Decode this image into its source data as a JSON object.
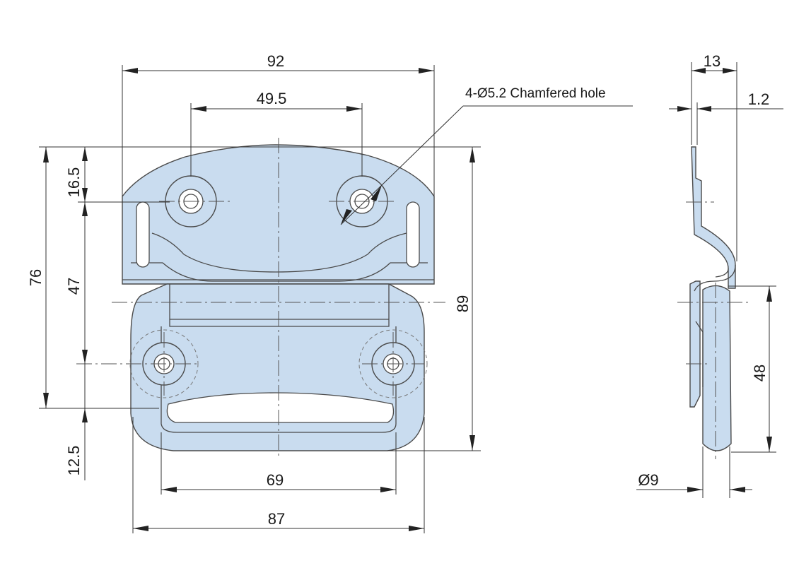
{
  "dimensions": {
    "overall_width": "92",
    "top_hole_spacing": "49.5",
    "hole_note": "4-Ø5.2  Chamfered hole",
    "top_to_hole": "16.5",
    "vertical_hole_spacing": "47",
    "mount_height": "76",
    "overall_height": "89",
    "bottom_offset": "12.5",
    "handle_inner_width": "69",
    "handle_outer_width": "87",
    "side_depth": "13",
    "thickness": "1.2",
    "side_handle_height": "48",
    "handle_diameter": "Ø9"
  },
  "colors": {
    "part_fill": "#c9dcef",
    "outline": "#4a4a4a"
  }
}
